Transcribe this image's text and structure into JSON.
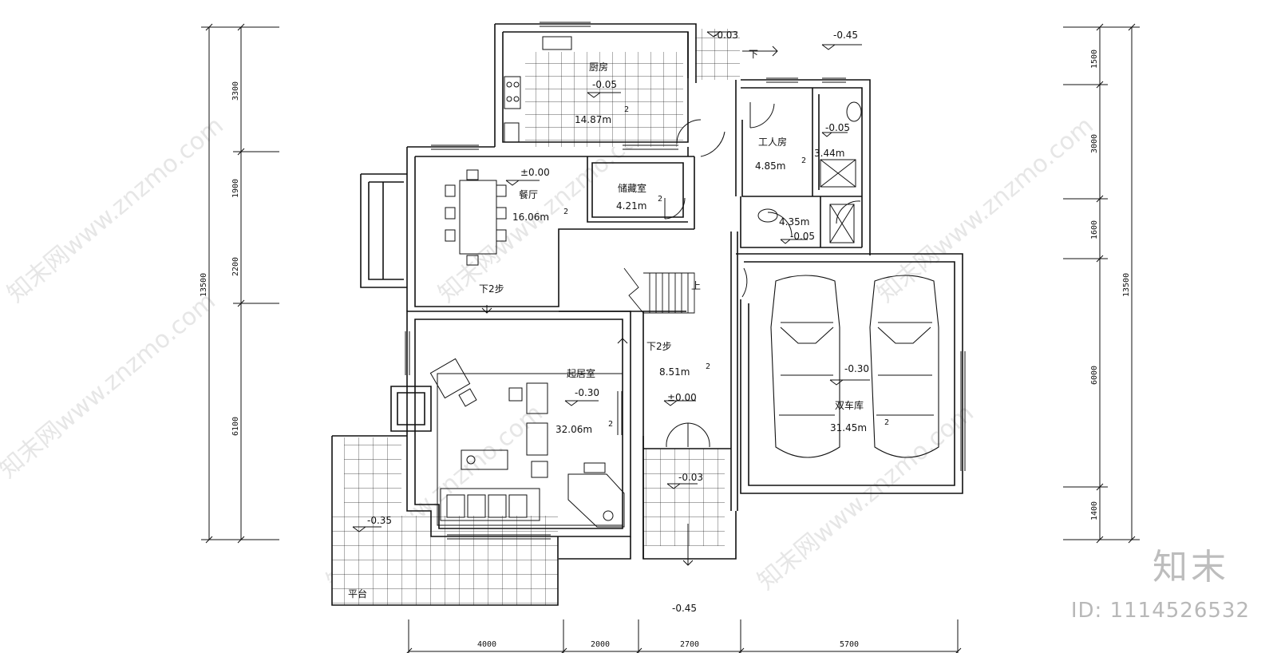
{
  "rooms": {
    "kitchen": {
      "name": "厨房",
      "level": "-0.05",
      "area": "14.87m"
    },
    "dining": {
      "name": "餐厅",
      "level": "±0.00",
      "area": "16.06m"
    },
    "storage": {
      "name": "储藏室",
      "area": "4.21m"
    },
    "worker": {
      "name": "工人房",
      "area": "4.85m"
    },
    "bath1": {
      "level": "-0.05",
      "area": "3.44m"
    },
    "bath2": {
      "area": "4.35m",
      "level": "-0.05"
    },
    "living": {
      "name": "起居室",
      "level": "-0.30",
      "area": "32.06m"
    },
    "hall": {
      "area": "8.51m",
      "level": "±0.00"
    },
    "garage": {
      "name": "双车库",
      "level": "-0.30",
      "area": "31.45m"
    },
    "entry": {
      "level": "-0.03"
    },
    "terrace": {
      "name": "平台",
      "level": "-0.35"
    }
  },
  "notes": {
    "step_down_1": "下2步",
    "step_down_2": "下2步",
    "stair_up": "上",
    "down_mark": "下",
    "top_level": "-0.03",
    "top_right_level": "-0.45",
    "bottom_level": "-0.45",
    "area_unit": "2"
  },
  "dimensions": {
    "left_segments": [
      "3300",
      "1900",
      "2200",
      "6100"
    ],
    "left_total": "13500",
    "right_segments": [
      "1500",
      "3000",
      "1600",
      "6000",
      "1400"
    ],
    "right_total": "13500",
    "bottom_segments": [
      "4000",
      "2000",
      "2700",
      "5700"
    ]
  },
  "watermark": {
    "text": "知末网www.znzmo.com",
    "logo": "知末",
    "image_id": "ID: 1114526532"
  }
}
